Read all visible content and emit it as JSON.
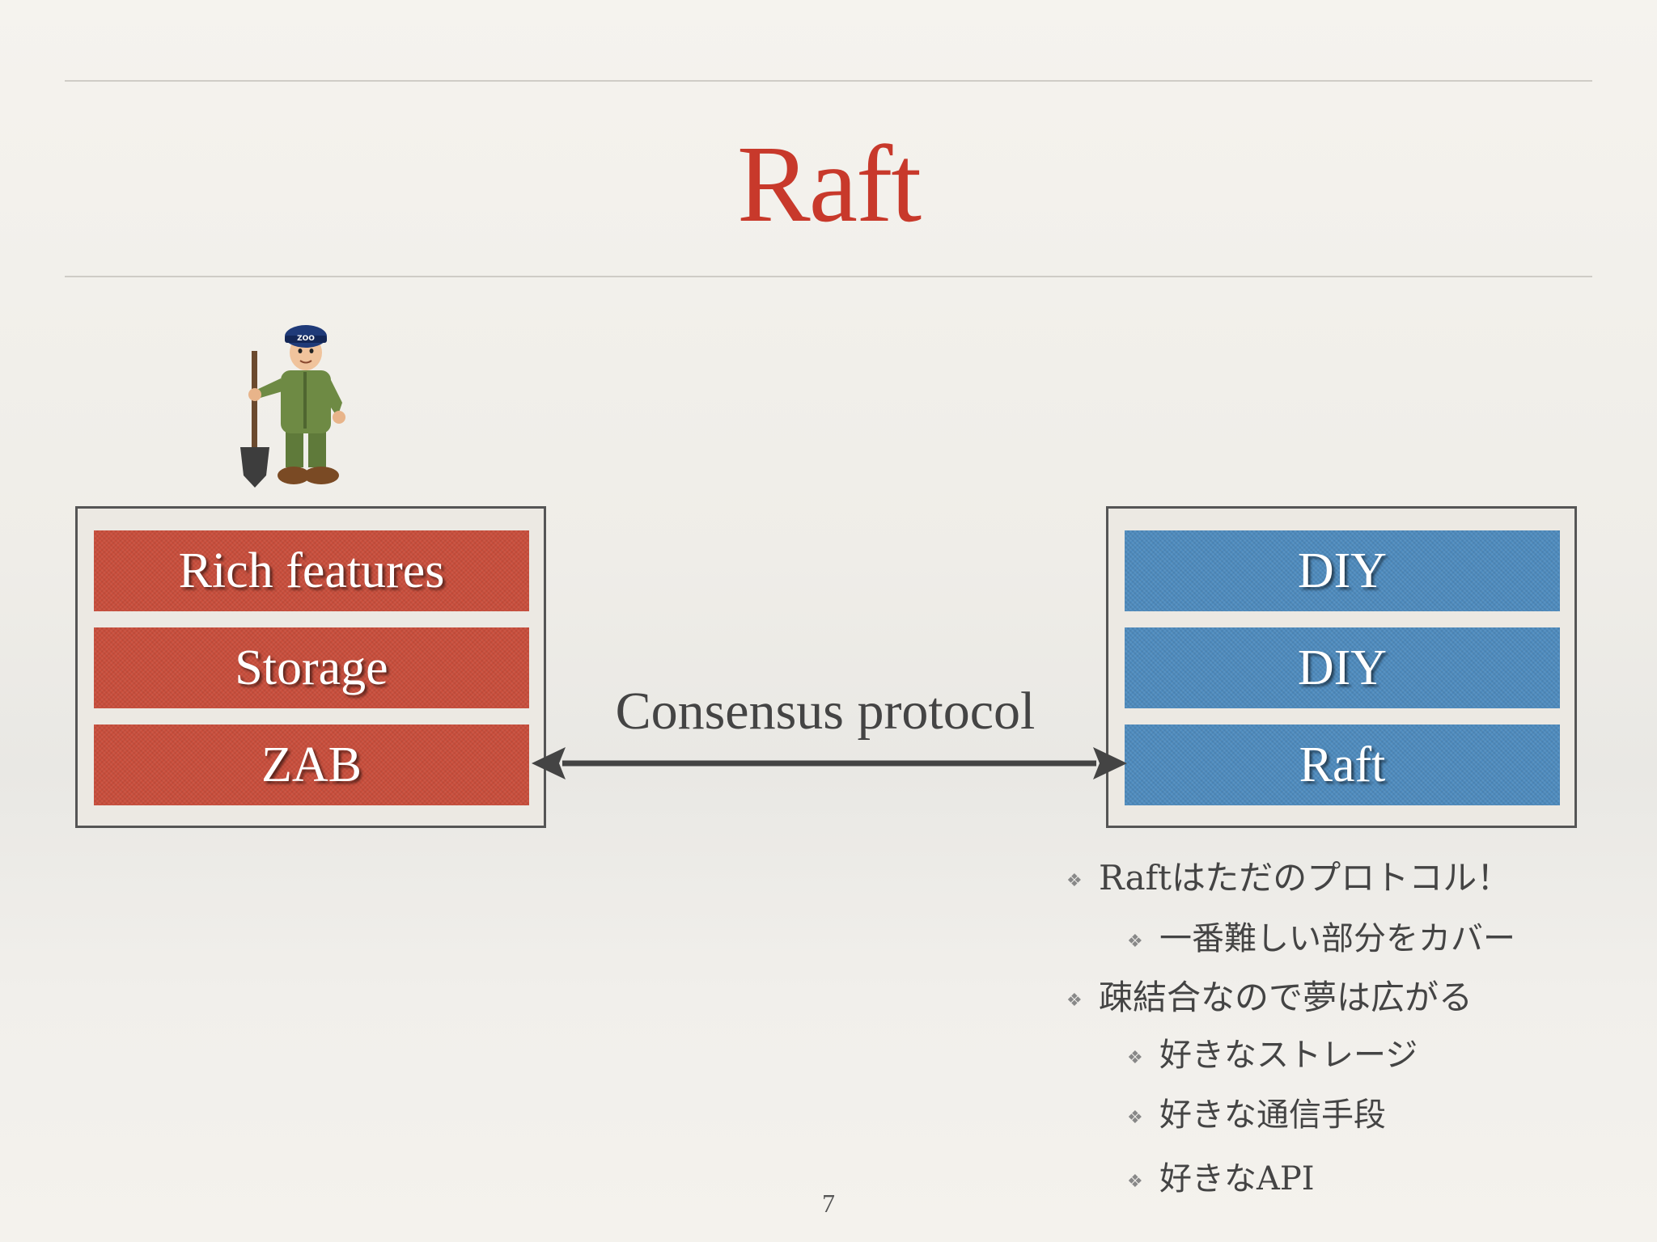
{
  "title": "Raft",
  "left_stack": {
    "layers": [
      "Rich features",
      "Storage",
      "ZAB"
    ],
    "color": "#c94e3c"
  },
  "right_stack": {
    "layers": [
      "DIY",
      "DIY",
      "Raft"
    ],
    "color": "#4f8cbf"
  },
  "connector": {
    "label": "Consensus protocol"
  },
  "zookeeper_hat_text": "ZOO",
  "bullets": [
    {
      "level": 1,
      "text": "Raftはただのプロトコル！"
    },
    {
      "level": 2,
      "text": "一番難しい部分をカバー"
    },
    {
      "level": 1,
      "text": "疎結合なので夢は広がる"
    },
    {
      "level": 2,
      "text": "好きなストレージ"
    },
    {
      "level": 2,
      "text": "好きな通信手段"
    },
    {
      "level": 2,
      "text": "好きなAPI"
    }
  ],
  "bullet_icon": "diamond-cluster-icon",
  "page_number": "7",
  "colors": {
    "title": "#c8392b",
    "text": "#444444"
  }
}
